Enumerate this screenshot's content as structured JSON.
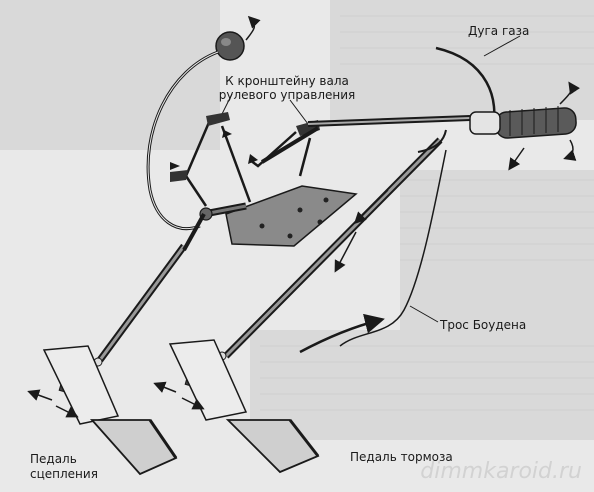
{
  "labels": {
    "bracket_line1": "К кронштейну вала",
    "bracket_line2": "рулевого управления",
    "throttle_arc": "Дуга газа",
    "bowden_cable": "Трос Боудена",
    "brake_pedal": "Педаль тормоза",
    "clutch_line1": "Педаль",
    "clutch_line2": "сцепления"
  },
  "watermark": "dimmkaroid.ru",
  "colors": {
    "background": "#e9e9e9",
    "ink": "#1a1a1a",
    "metal": "#4a4a4a",
    "plate": "#8a8a8a"
  }
}
